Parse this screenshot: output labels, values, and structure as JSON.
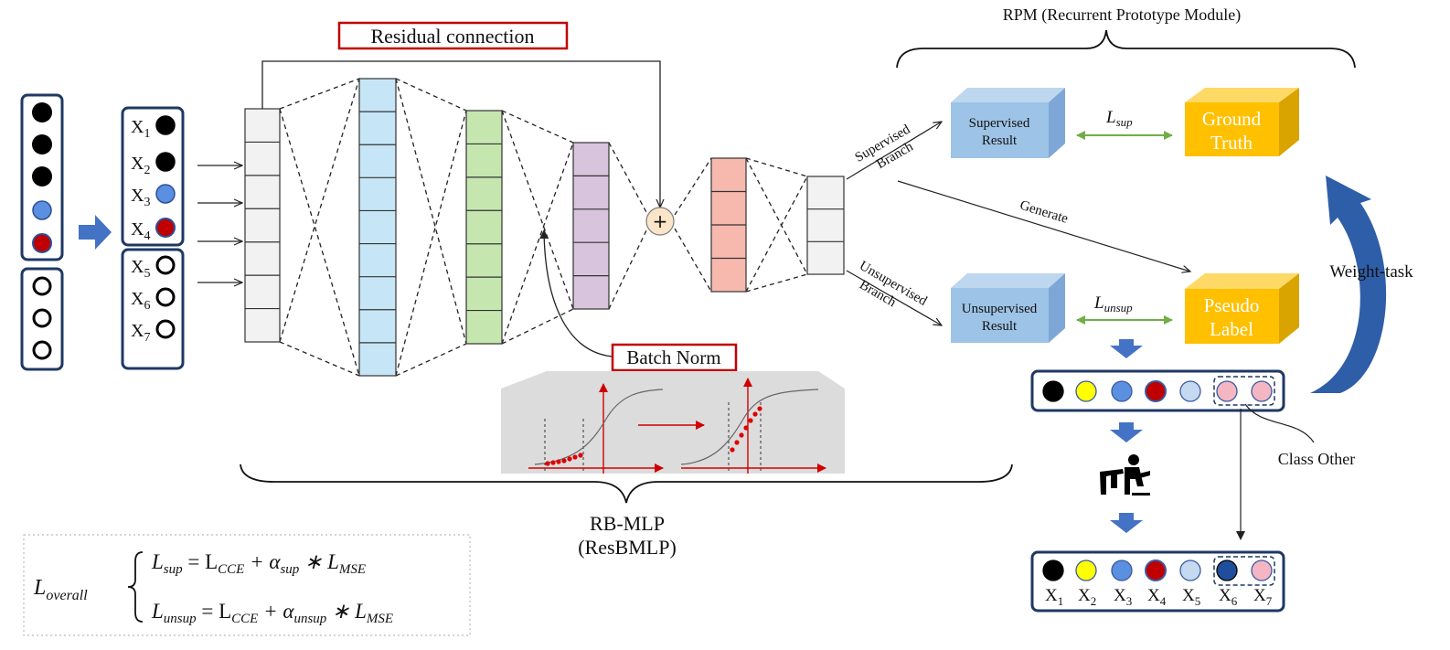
{
  "title_rpm": "RPM (Recurrent Prototype Module)",
  "residual_label": "Residual connection",
  "batchnorm_label": "Batch Norm",
  "rbmlp_label": "RB-MLP",
  "rbmlp_sub": "(ResBMLP)",
  "input_vars": [
    {
      "base": "X",
      "sub": "1",
      "color": "#000000"
    },
    {
      "base": "X",
      "sub": "2",
      "color": "#000000"
    },
    {
      "base": "X",
      "sub": "3",
      "color": "#5b8fe0"
    },
    {
      "base": "X",
      "sub": "4",
      "color": "#c00000"
    },
    {
      "base": "X",
      "sub": "5",
      "color": "#ffffff"
    },
    {
      "base": "X",
      "sub": "6",
      "color": "#ffffff"
    },
    {
      "base": "X",
      "sub": "7",
      "color": "#ffffff"
    }
  ],
  "sup_branch": "Supervised",
  "sup_branch2": "Branch",
  "unsup_branch": "Unsupervised",
  "unsup_branch2": "Branch",
  "generate_label": "Generate",
  "sup_result": [
    "Supervised",
    "Result"
  ],
  "unsup_result": [
    "Unsupervised",
    "Result"
  ],
  "ground_truth": [
    "Ground",
    "Truth"
  ],
  "pseudo_label": [
    "Pseudo",
    "Label"
  ],
  "loss_sup": {
    "base": "L",
    "sub": "sup"
  },
  "loss_unsup": {
    "base": "L",
    "sub": "unsup"
  },
  "weight_task": "Weight-task",
  "class_other": "Class Other",
  "middle_colors": [
    "#000000",
    "#ffff00",
    "#5b8fe0",
    "#c00000",
    "#c5d9f1",
    "#f4b6c2",
    "#f4b6c2"
  ],
  "final_colors": [
    "#000000",
    "#ffff00",
    "#5b8fe0",
    "#c00000",
    "#c5d9f1",
    "#1f4e9c",
    "#f4b6c2"
  ],
  "final_labels": [
    {
      "base": "X",
      "sub": "1"
    },
    {
      "base": "X",
      "sub": "2"
    },
    {
      "base": "X",
      "sub": "3"
    },
    {
      "base": "X",
      "sub": "4"
    },
    {
      "base": "X",
      "sub": "5"
    },
    {
      "base": "X",
      "sub": "6"
    },
    {
      "base": "X",
      "sub": "7"
    }
  ],
  "equation": {
    "lhs": {
      "base": "L",
      "sub": "overall"
    },
    "eq1": {
      "l": "L",
      "lsub": "sup",
      "mid": " = L",
      "cce": "CCE",
      "plus": " + α",
      "asub": "sup",
      "star": " ∗ L",
      "mse": "MSE"
    },
    "eq2": {
      "l": "L",
      "lsub": "unsup",
      "mid": " = L",
      "cce": "CCE",
      "plus": " + α",
      "asub": "unsup",
      "star": " ∗ L",
      "mse": "MSE"
    }
  },
  "colors": {
    "panel_border": "#1f3864",
    "arrow_blue": "#4472c4",
    "layer_grey": "#f2f2f2",
    "layer_blue": "#c6e6f7",
    "layer_green": "#c6e6b0",
    "layer_purple": "#d8c4dc",
    "layer_pink": "#f7b9ae",
    "box_blue": "#9dc3e6",
    "box_gold": "#ffc000",
    "label_red": "#c00000",
    "loss_green": "#70ad47"
  }
}
